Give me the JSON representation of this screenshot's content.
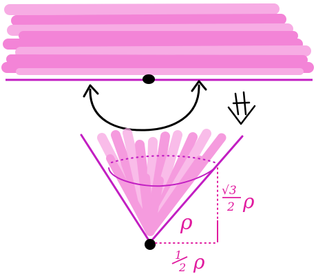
{
  "colors": {
    "stroke_pink": "#f27ad4",
    "stroke_pink_light": "#f7a6e2",
    "line_magenta": "#c21ec2",
    "label_magenta": "#e01a9e",
    "ink": "#000000",
    "background": "#ffffff"
  },
  "labels": {
    "hypotenuse": "ρ",
    "vertical_radical": "√3",
    "vertical_denominator": "2",
    "vertical_symbol": "ρ",
    "horizontal_numerator": "1",
    "horizontal_denominator": "2",
    "horizontal_symbol": "ρ"
  },
  "icons": {
    "swing_arrow": "double-headed-curved-arrow",
    "equivalence_arrow": "double-shaft-down-arrow",
    "pivot": "filled-dot"
  }
}
